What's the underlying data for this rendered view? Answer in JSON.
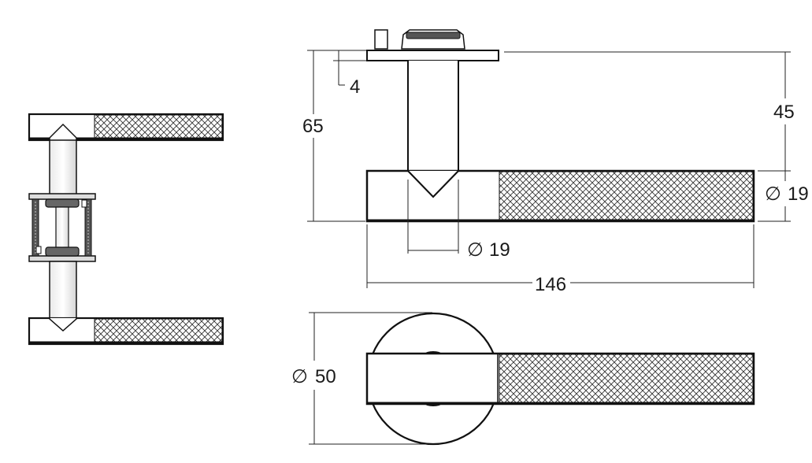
{
  "dimensions": {
    "overall_height": "65",
    "plate_thickness": "4",
    "lever_rise": "45",
    "lever_diameter": "19",
    "spindle_diameter": "19",
    "lever_length": "146",
    "rose_diameter": "50",
    "diameter_symbol": "∅"
  },
  "colors": {
    "line": "#111111",
    "fill_dark": "#1e1e1e",
    "knurl": "#333333",
    "background": "#ffffff"
  }
}
